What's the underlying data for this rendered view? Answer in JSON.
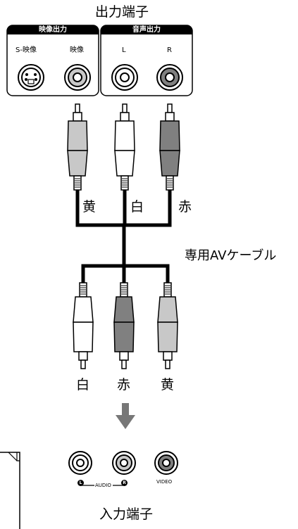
{
  "output": {
    "title": "出力端子",
    "video_group": "映像出力",
    "audio_group": "音声出力",
    "jacks": {
      "svideo": "S-映像",
      "video": "映像",
      "left": "L",
      "right": "R"
    }
  },
  "top_colors": {
    "left": "黄",
    "middle": "白",
    "right": "赤"
  },
  "cable_label": "専用AVケーブル",
  "bottom_colors": {
    "left": "白",
    "middle": "赤",
    "right": "黄"
  },
  "input": {
    "title": "入力端子",
    "audio_label": "AUDIO",
    "video_label": "VIDEO",
    "left_badge": "L",
    "right_badge": "R"
  },
  "colors": {
    "yellow_plug": "#c8c8c8",
    "white_plug": "#ffffff",
    "red_plug": "#808080",
    "line": "#000000"
  }
}
